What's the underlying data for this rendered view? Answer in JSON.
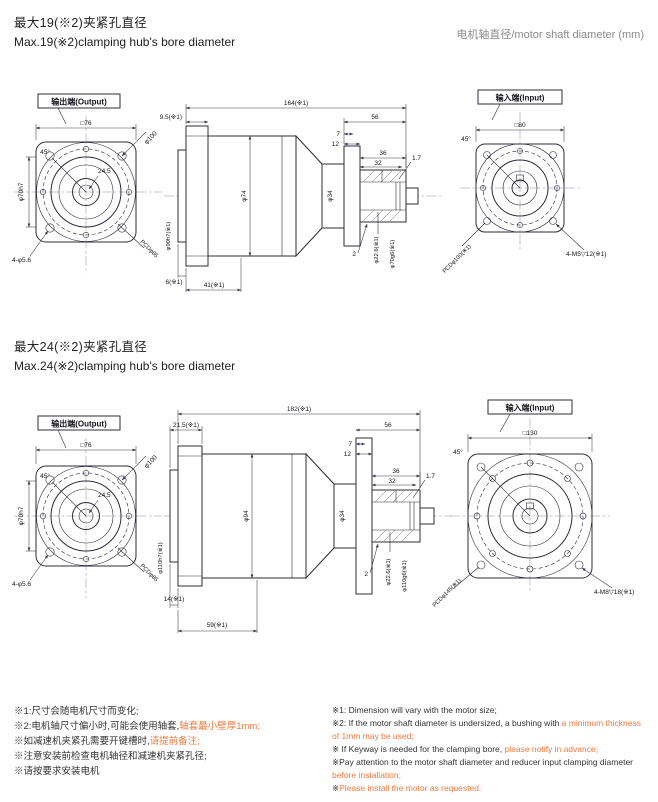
{
  "header": {
    "right_label": "电机轴直径/motor shaft diameter (mm)"
  },
  "sections": [
    {
      "title_cn": "最大19(※2)夹紧孔直径",
      "title_en": "Max.19(※2)clamping hub's bore diameter",
      "output": {
        "label": "输出端(Output)",
        "square_dim": "□76",
        "angle": "45°",
        "radial_dim": "24.5",
        "circum_dia": "φ100",
        "corner_holes": "4-φ5.6",
        "pcd": "PCDφ85",
        "spigot_dia": "φ70h7"
      },
      "side": {
        "front_len": "9.5(※1)",
        "total_len": "164(※1)",
        "input_len": "56",
        "dim_7": "7",
        "dim_12": "12",
        "dim_36": "36",
        "dim_32": "32",
        "dim_1_7": "1.7",
        "dim_2": "2",
        "body_dia": "φ74",
        "flange_dia": "φ90h7(※1)",
        "neck_dia": "φ34",
        "bore_dia": "φ22.6(※1)",
        "pilot_dia": "φ70g6(※1)",
        "bottom_dim1": "6(※1)",
        "bottom_dim2": "41(※1)"
      },
      "input": {
        "label": "输入端(Input)",
        "square_dim": "□80",
        "angle": "45°",
        "bolt_holes": "4-M5▽12(※1)",
        "pcd": "PCDφ100(※1)"
      }
    },
    {
      "title_cn": "最大24(※2)夹紧孔直径",
      "title_en": "Max.24(※2)clamping hub's bore diameter",
      "output": {
        "label": "输出端(Output)",
        "square_dim": "□76",
        "angle": "45°",
        "radial_dim": "24.5",
        "circum_dia": "φ100",
        "corner_holes": "4-φ5.6",
        "pcd": "PCDφ85",
        "spigot_dia": "φ70h7"
      },
      "side": {
        "front_len": "21.5(※1)",
        "total_len": "182(※1)",
        "input_len": "56",
        "dim_7": "7",
        "dim_12": "12",
        "dim_36": "36",
        "dim_32": "32",
        "dim_1_7": "1.7",
        "dim_2": "2",
        "body_dia": "φ94",
        "flange_dia": "φ110h7(※1)",
        "neck_dia": "φ34",
        "bore_dia": "φ22.6(※1)",
        "pilot_dia": "φ110g6(※1)",
        "bottom_dim1": "14(※1)",
        "bottom_dim2": "59(※1)"
      },
      "input": {
        "label": "输入端(Input)",
        "square_dim": "□130",
        "angle": "45°",
        "bolt_holes": "4-M8▽18(※1)",
        "pcd": "PCDφ145(※1)"
      }
    }
  ],
  "footnotes_left": [
    {
      "text": "※1:尺寸会随电机尺寸而变化;",
      "highlight": ""
    },
    {
      "text": "※2:电机轴尺寸偏小时,可能会使用轴套,",
      "highlight": "轴套最小壁厚1mm;"
    },
    {
      "text": "※如减速机夹紧孔需要开键槽时,",
      "highlight": "请提前备注;"
    },
    {
      "text": "※注意安装前检查电机轴径和减速机夹紧孔径;",
      "highlight": ""
    },
    {
      "text": "※请按要求安装电机",
      "highlight": ""
    }
  ],
  "footnotes_right": [
    {
      "text": "※1: Dimension will vary with the motor size;",
      "highlight": ""
    },
    {
      "text": "※2: If the motor shaft diameter is undersized, a bushing with ",
      "highlight": "a minimum thickness of 1mm may be used;"
    },
    {
      "text": "※ If Keyway is needed for the clamping bore, ",
      "highlight": "please notify in advance;"
    },
    {
      "text": "※Pay attention to the motor shaft diameter and reducer input clamping diameter ",
      "highlight": "before installation;"
    },
    {
      "text": "※",
      "highlight": "Please install the motor as requested."
    }
  ]
}
